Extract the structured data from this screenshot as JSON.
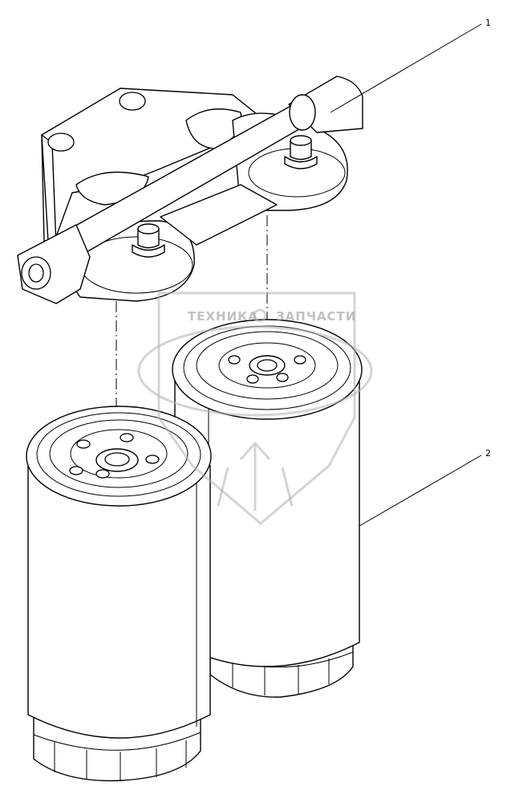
{
  "callouts": [
    {
      "id": "1",
      "label": "1"
    },
    {
      "id": "2",
      "label": "2"
    }
  ],
  "watermark": {
    "text_left": "ТЕХНИКА",
    "text_right": "ЗАПЧАСТИ"
  },
  "colors": {
    "line": "#000000",
    "background": "#ffffff",
    "watermark": "#a8a8a8"
  }
}
